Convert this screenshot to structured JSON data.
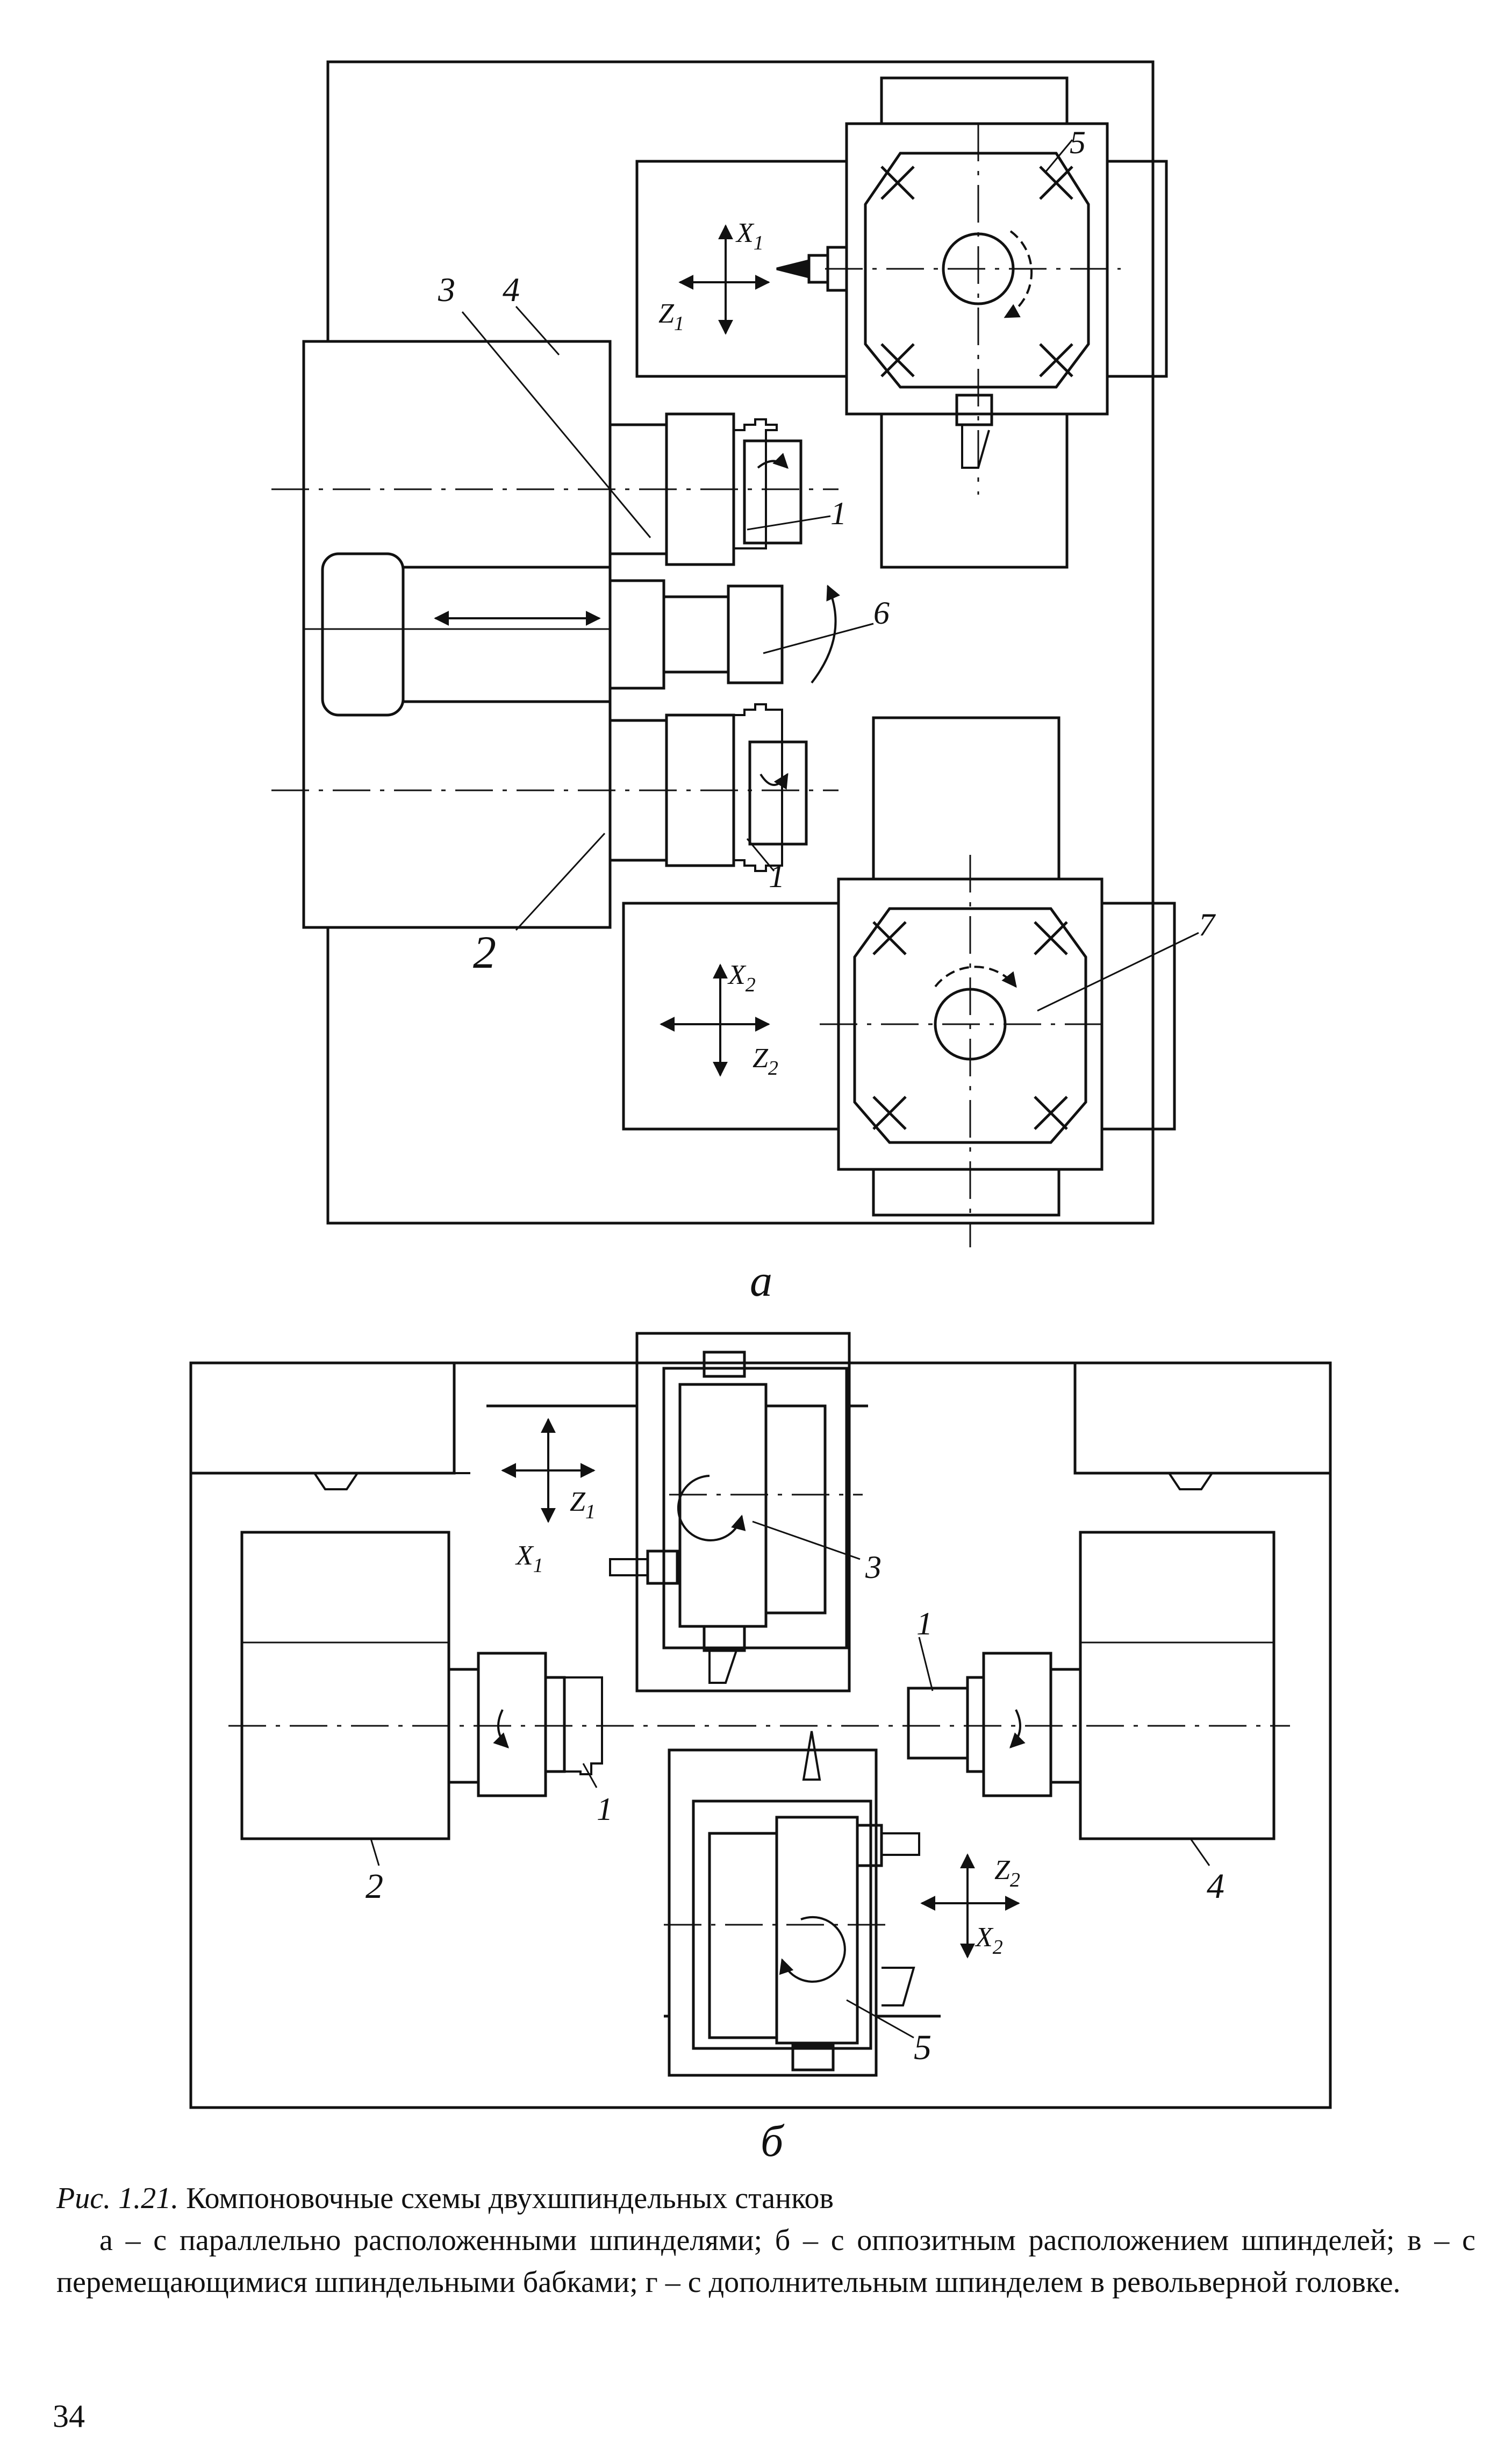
{
  "figure": {
    "subfigure_a": {
      "panel_letter": "а",
      "part_numbers": [
        "1",
        "1",
        "2",
        "3",
        "4",
        "5",
        "6",
        "7"
      ],
      "axis_labels": [
        "X1",
        "Z1",
        "X2",
        "Z2"
      ]
    },
    "subfigure_b": {
      "panel_letter": "б",
      "part_numbers": [
        "1",
        "1",
        "2",
        "3",
        "4",
        "5"
      ],
      "axis_labels": [
        "X1",
        "Z1",
        "X2",
        "Z2"
      ]
    }
  },
  "caption": {
    "figure_number": "Рис. 1.21.",
    "title": "Компоновочные схемы двухшпиндельных станков",
    "body": "а – с параллельно расположенными шпинделями; б – с оппозитным расположением шпинделей; в – с перемещающимися шпиндельными бабками; г – с дополнительным шпинделем в револьверной головке."
  },
  "page_number": "34"
}
